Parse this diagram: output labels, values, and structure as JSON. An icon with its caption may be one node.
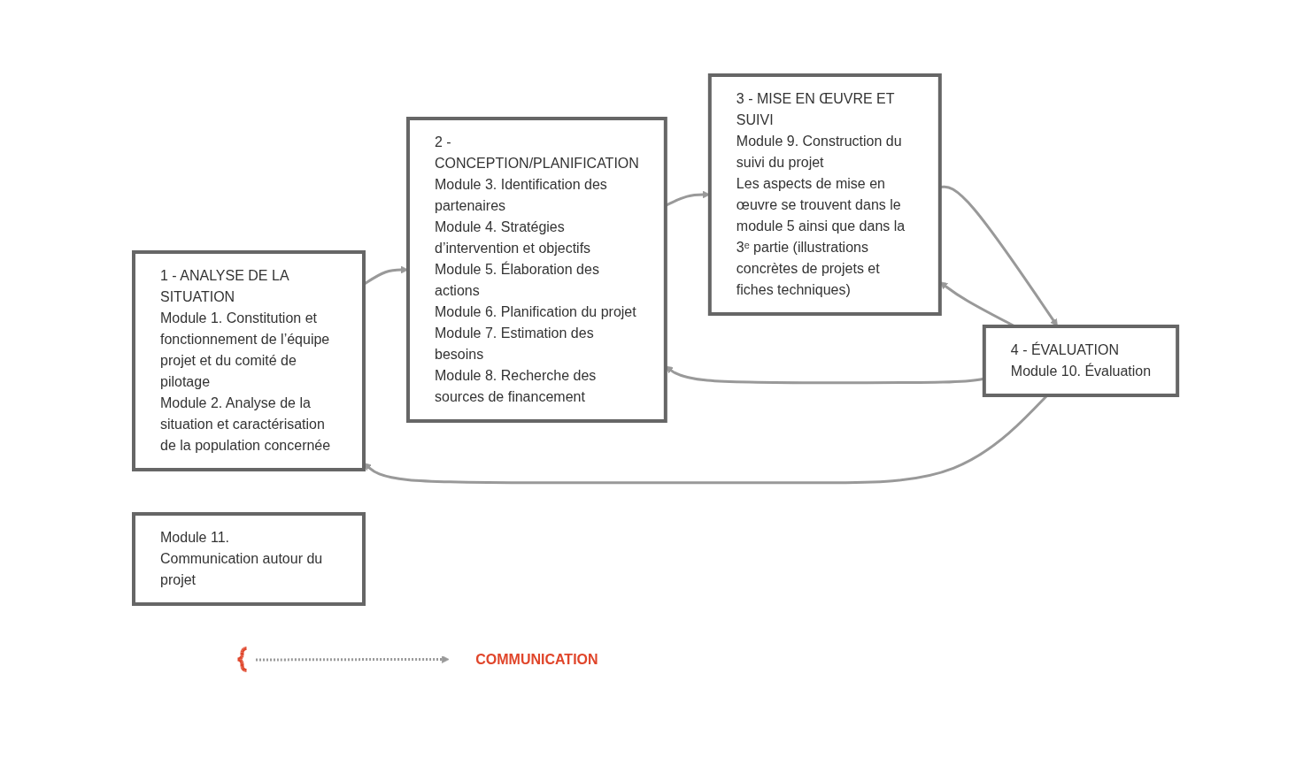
{
  "diagram": {
    "nodes": [
      {
        "text": [
          "1 - ANALYSE DE LA SITUATION",
          "Module 1. Constitution et fonctionnement de l’équipe projet et du comité de pilotage",
          "Module 2. Analyse de la situation et caractérisation de la population concernée"
        ]
      },
      {
        "text": [
          "2 - CONCEPTION/PLANIFICATION",
          "Module 3. Identification des partenaires",
          "Module 4. Stratégies d’intervention et objectifs",
          "Module 5. Élaboration des actions",
          "Module 6. Planification du projet",
          "Module 7. Estimation des besoins",
          "Module 8. Recherche des sources de financement"
        ]
      },
      {
        "text": [
          "3 - MISE EN ŒUVRE ET SUIVI",
          "Module 9. Construction du suivi du projet",
          "Les aspects de mise en œuvre se trouvent dans le module 5 ainsi que dans la 3ᵉ partie (illustrations concrètes de projets et fiches techniques)"
        ]
      },
      {
        "text": [
          "4 - ÉVALUATION",
          "Module 10. Évaluation"
        ]
      },
      {
        "text": [
          "Module 11.",
          "Communication autour du projet"
        ]
      },
      {
        "text": [],
        "shape": "brace"
      },
      {
        "text": [
          "COMMUNICATION"
        ]
      }
    ],
    "edges": [
      {
        "from": 0,
        "to": 1,
        "arrow": "to"
      },
      {
        "from": 1,
        "to": 2,
        "arrow": "to"
      },
      {
        "from": 2,
        "to": 3,
        "arrow": "to"
      },
      {
        "from": 3,
        "to": 0,
        "arrow": "to"
      },
      {
        "from": 3,
        "to": 1,
        "arrow": "to"
      },
      {
        "from": 3,
        "to": 2,
        "arrow": "to"
      },
      {
        "from": 5,
        "to": 6,
        "arrow": "to",
        "style": "dashed"
      }
    ]
  }
}
